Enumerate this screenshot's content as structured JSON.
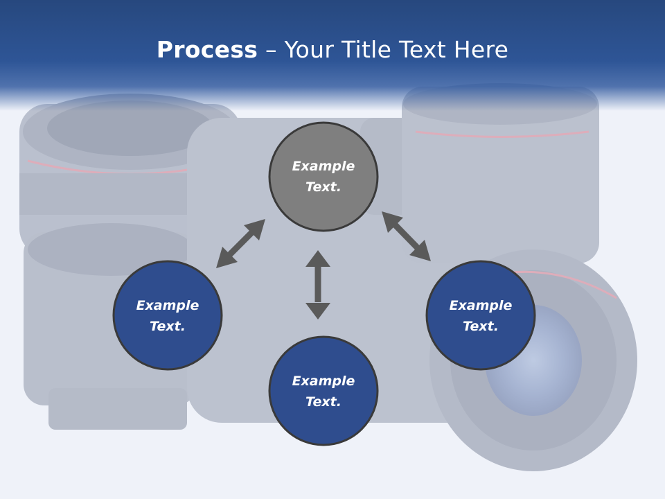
{
  "slide": {
    "title_bold": "Process",
    "title_rest": " – Your Title Text Here"
  },
  "nodes": [
    {
      "id": "top",
      "line1": "Example",
      "line2": "Text.",
      "color": "#7f7f7f"
    },
    {
      "id": "left",
      "line1": "Example",
      "line2": "Text.",
      "color": "#2f4d8e"
    },
    {
      "id": "bottom",
      "line1": "Example",
      "line2": "Text.",
      "color": "#2f4d8e"
    },
    {
      "id": "right",
      "line1": "Example",
      "line2": "Text.",
      "color": "#2f4d8e"
    }
  ],
  "colors": {
    "header": "#2e5596",
    "node_outline": "#3a3a3a",
    "arrow": "#5a5a5a"
  }
}
